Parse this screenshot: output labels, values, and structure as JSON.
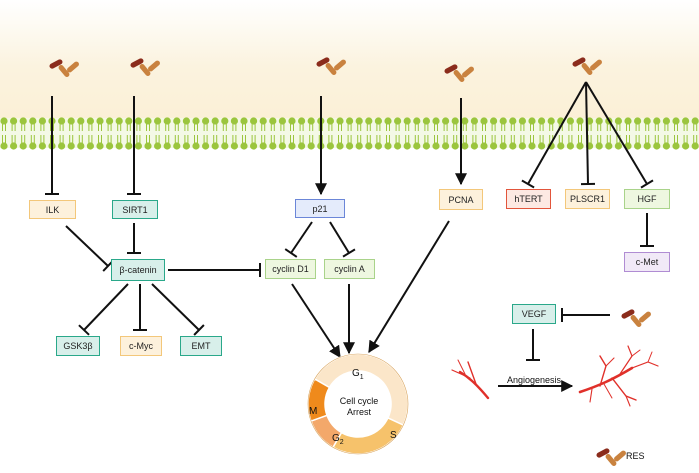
{
  "nodes": {
    "ilk": "ILK",
    "sirt1": "SIRT1",
    "p21": "p21",
    "pcna": "PCNA",
    "htert": "hTERT",
    "plscr1": "PLSCR1",
    "hgf": "HGF",
    "cmet": "c-Met",
    "beta_catenin": "β-catenin",
    "cyclin_d1": "cyclin D1",
    "cyclin_a": "cyclin A",
    "gsk3b": "GSK3β",
    "cmyc": "c-Myc",
    "emt": "EMT",
    "vegf": "VEGF"
  },
  "cell_cycle": {
    "center_line1": "Cell cycle",
    "center_line2": "Arrest",
    "g1": "G",
    "g1_sub": "1",
    "s": "S",
    "g2": "G",
    "g2_sub": "2",
    "m": "M"
  },
  "labels": {
    "angiogenesis": "Angiogenesis",
    "legend_res": "RES"
  },
  "colors": {
    "molecule_dark": "#8b2c1c",
    "molecule_light": "#c9823f",
    "membrane": "#9bc53d",
    "vessel": "#e0302a"
  }
}
